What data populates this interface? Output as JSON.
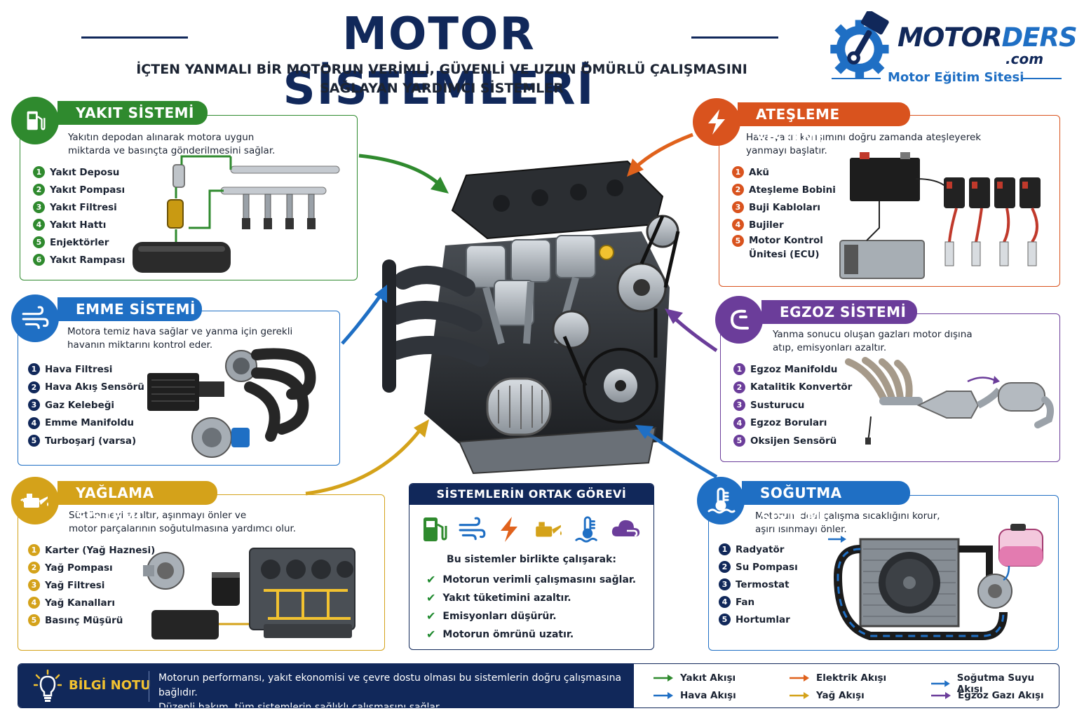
{
  "header": {
    "title": "MOTOR SİSTEMLERİ",
    "subtitle_line1": "İÇTEN YANMALI BİR MOTORUN VERİMLİ, GÜVENLİ VE UZUN ÖMÜRLÜ ÇALIŞMASINI",
    "subtitle_line2": "SAĞLAYAN YARDIMCI SİSTEMLER"
  },
  "logo": {
    "word_a": "MOTOR",
    "word_b": "DERSI",
    "domain": ".com",
    "tagline": "Motor Eğitim Sitesi"
  },
  "colors": {
    "navy": "#11285a",
    "fuel": "#2f8a2e",
    "ignition": "#d9531e",
    "intake": "#1f6fc4",
    "exhaust": "#6b3d9a",
    "lubrication": "#d4a21a",
    "cooling": "#1f6fc4"
  },
  "panels": {
    "fuel": {
      "title": "YAKIT SİSTEMİ",
      "icon": "fuel-pump-icon",
      "desc1": "Yakıtın depodan alınarak motora uygun",
      "desc2": "miktarda ve basınçta gönderilmesini sağlar.",
      "items": [
        "Yakıt Deposu",
        "Yakıt Pompası",
        "Yakıt Filtresi",
        "Yakıt Hattı",
        "Enjektörler",
        "Yakıt Rampası"
      ]
    },
    "ignition": {
      "title": "ATEŞLEME SİSTEMİ",
      "icon": "lightning-icon",
      "desc1": "Hava-yakıt karışımını doğru zamanda ateşleyerek",
      "desc2": "yanmayı başlatır.",
      "items": [
        "Akü",
        "Ateşleme Bobini",
        "Buji Kabloları",
        "Bujiler",
        "Motor Kontrol",
        "Ünitesi (ECU)"
      ]
    },
    "intake": {
      "title": "EMME SİSTEMİ",
      "icon": "air-flow-icon",
      "desc1": "Motora temiz hava sağlar ve yanma için gerekli",
      "desc2": "havanın miktarını kontrol eder.",
      "items": [
        "Hava Filtresi",
        "Hava Akış Sensörü",
        "Gaz Kelebeği",
        "Emme Manifoldu",
        "Turboşarj (varsa)"
      ]
    },
    "exhaust": {
      "title": "EGZOZ SİSTEMİ",
      "icon": "exhaust-pipe-icon",
      "desc1": "Yanma sonucu oluşan gazları motor dışına",
      "desc2": "atıp, emisyonları azaltır.",
      "items": [
        "Egzoz Manifoldu",
        "Katalitik Konvertör",
        "Susturucu",
        "Egzoz Boruları",
        "Oksijen Sensörü"
      ]
    },
    "lubrication": {
      "title": "YAĞLAMA SİSTEMİ",
      "icon": "oil-can-icon",
      "desc1": "Sürtünmeyi azaltır, aşınmayı önler ve",
      "desc2": "motor parçalarının soğutulmasına yardımcı olur.",
      "items": [
        "Karter (Yağ Haznesi)",
        "Yağ Pompası",
        "Yağ Filtresi",
        "Yağ Kanalları",
        "Basınç Müşürü"
      ]
    },
    "cooling": {
      "title": "SOĞUTMA SİSTEMİ",
      "icon": "thermometer-icon",
      "desc1": "Motorun ideal çalışma sıcaklığını korur,",
      "desc2": "aşırı ısınmayı önler.",
      "items": [
        "Radyatör",
        "Su Pompası",
        "Termostat",
        "Fan",
        "Hortumlar"
      ]
    }
  },
  "common": {
    "title": "SİSTEMLERİN ORTAK GÖREVİ",
    "intro": "Bu sistemler birlikte çalışarak:",
    "checks": [
      "Motorun verimli çalışmasını sağlar.",
      "Yakıt tüketimini azaltır.",
      "Emisyonları düşürür.",
      "Motorun ömrünü uzatır."
    ],
    "icons": [
      "fuel-pump-icon",
      "air-flow-icon",
      "lightning-icon",
      "oil-can-icon",
      "thermometer-icon",
      "exhaust-cloud-icon"
    ]
  },
  "note": {
    "title": "BİLGİ NOTU",
    "line1": "Motorun performansı, yakıt ekonomisi ve çevre dostu olması bu sistemlerin doğru çalışmasına bağlıdır.",
    "line2": "Düzenli bakım, tüm sistemlerin sağlıklı çalışmasını sağlar."
  },
  "legend": [
    {
      "label": "Yakıt Akışı",
      "color": "#2f8a2e"
    },
    {
      "label": "Elektrik Akışı",
      "color": "#e0621c"
    },
    {
      "label": "Soğutma Suyu Akışı",
      "color": "#1f6fc4"
    },
    {
      "label": "Hava Akışı",
      "color": "#1f6fc4"
    },
    {
      "label": "Yağ Akışı",
      "color": "#d4a21a"
    },
    {
      "label": "Egzoz Gazı Akışı",
      "color": "#6b3d9a"
    }
  ]
}
